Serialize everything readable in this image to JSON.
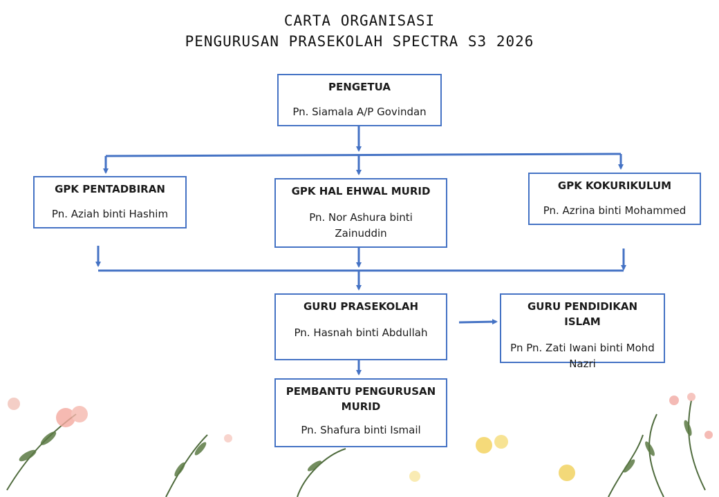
{
  "title_line1": "CARTA ORGANISASI",
  "title_line2": "PENGURUSAN PRASEKOLAH SPECTRA S3 2026",
  "colors": {
    "box_border": "#4472c4",
    "connector": "#4472c4"
  },
  "boxes": {
    "pengetua": {
      "role": "PENGETUA",
      "name": "Pn. Siamala A/P Govindan"
    },
    "pentadbiran": {
      "role": "GPK PENTADBIRAN",
      "name": "Pn. Aziah binti Hashim"
    },
    "hem": {
      "role": "GPK HAL EHWAL MURID",
      "name": "Pn. Nor Ashura binti Zainuddin"
    },
    "kokurikulum": {
      "role": "GPK KOKURIKULUM",
      "name": "Pn. Azrina binti Mohammed"
    },
    "prasekolah": {
      "role": "GURU PRASEKOLAH",
      "name": "Pn. Hasnah binti Abdullah"
    },
    "islam": {
      "role": "GURU PENDIDIKAN ISLAM",
      "name": "Pn Pn. Zati Iwani binti Mohd Nazri"
    },
    "pembantu": {
      "role": "PEMBANTU PENGURUSAN MURID",
      "name": "Pn. Shafura binti Ismail"
    }
  }
}
